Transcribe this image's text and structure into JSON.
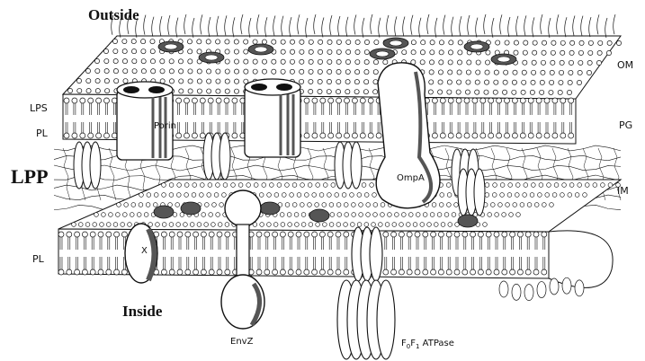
{
  "colors": {
    "ink": "#111111",
    "paper": "#ffffff",
    "shade": "#555555"
  },
  "labels": {
    "outside": "Outside",
    "inside": "Inside",
    "lpp": "LPP",
    "om": "OM",
    "lps": "LPS",
    "pl_top": "PL",
    "pg": "PG",
    "im": "IM",
    "pl_bottom": "PL",
    "porin": "Porin",
    "ompa": "OmpA",
    "x": "X",
    "envz": "EnvZ",
    "atpase_f0": "F",
    "atpase_0": "0",
    "atpase_f1": "F",
    "atpase_1": "1",
    "atpase_word": "ATPase"
  }
}
